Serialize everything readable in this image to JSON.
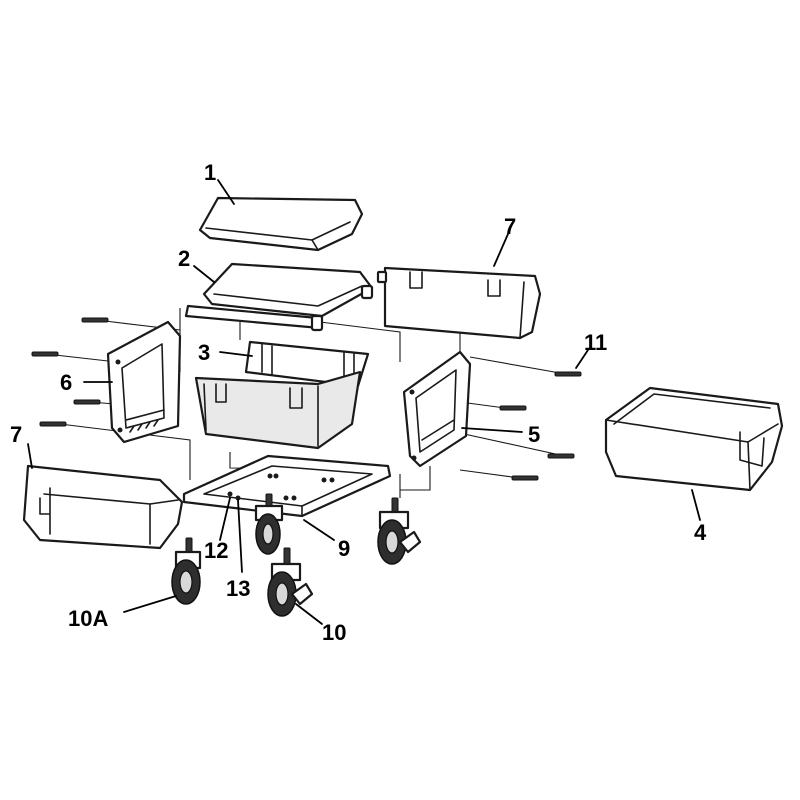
{
  "callouts": {
    "p1": "1",
    "p2": "2",
    "p3": "3",
    "p4": "4",
    "p5": "5",
    "p6": "6",
    "p7_right": "7",
    "p7_left": "7",
    "p9": "9",
    "p10": "10",
    "p10a": "10A",
    "p11": "11",
    "p12": "12",
    "p13": "13"
  }
}
